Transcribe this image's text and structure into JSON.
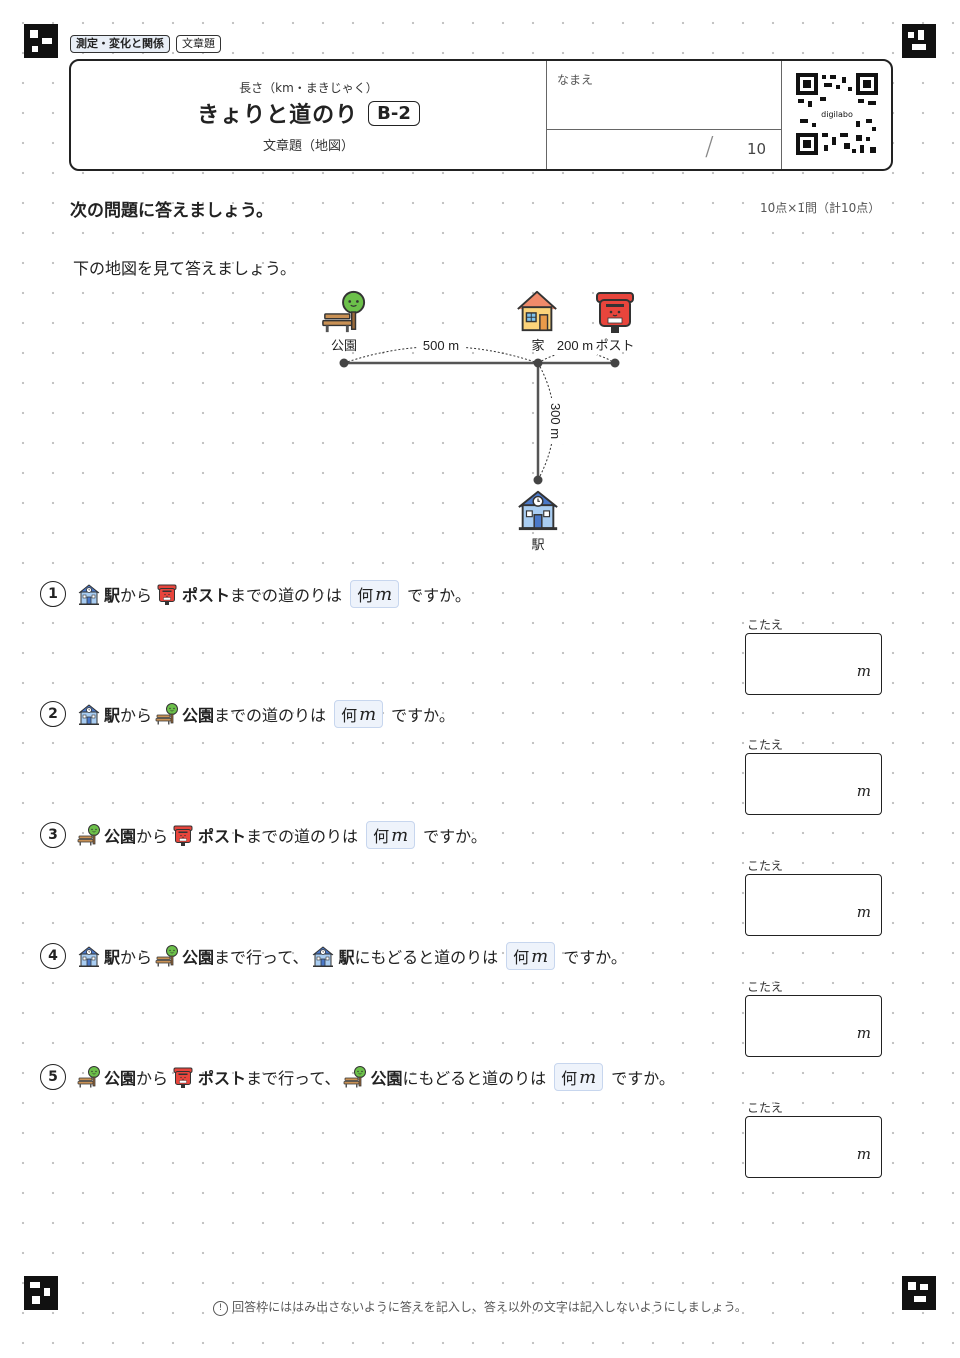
{
  "tags": [
    "測定・変化と関係",
    "文章題"
  ],
  "header": {
    "subtitle": "長さ（km・まきじゃく）",
    "title": "きょりと道のり",
    "code": "B-2",
    "description": "文章題（地図）",
    "name_label": "なまえ",
    "score_slash": "/",
    "score_max": "10",
    "qr_label": "digilabo"
  },
  "instructions": "次の問題に答えましょう。",
  "points": "10点×1問（計10点）",
  "intro": "下の地図を見て答えましょう。",
  "map": {
    "park": "公園",
    "house": "家",
    "post": "ポスト",
    "station": "駅",
    "dist_park_house": "500 m",
    "dist_house_post": "200 m",
    "dist_house_station": "300 m"
  },
  "questions": [
    {
      "num": "1",
      "a": "駅",
      "a_icon": "station",
      "p1": "から",
      "b": "ポスト",
      "b_icon": "post",
      "p2": "までの道のりは",
      "ask": "何",
      "unit": "m",
      "end": "ですか。"
    },
    {
      "num": "2",
      "a": "駅",
      "a_icon": "station",
      "p1": "から",
      "b": "公園",
      "b_icon": "park",
      "p2": "までの道のりは",
      "ask": "何",
      "unit": "m",
      "end": "ですか。"
    },
    {
      "num": "3",
      "a": "公園",
      "a_icon": "park",
      "p1": "から",
      "b": "ポスト",
      "b_icon": "post",
      "p2": "までの道のりは",
      "ask": "何",
      "unit": "m",
      "end": "ですか。"
    },
    {
      "num": "4",
      "a": "駅",
      "a_icon": "station",
      "p1": "から",
      "b": "公園",
      "b_icon": "park",
      "p2": "まで行って、",
      "c": "駅",
      "c_icon": "station",
      "p3": "にもどると道のりは",
      "ask": "何",
      "unit": "m",
      "end": "ですか。"
    },
    {
      "num": "5",
      "a": "公園",
      "a_icon": "park",
      "p1": "から",
      "b": "ポスト",
      "b_icon": "post",
      "p2": "まで行って、",
      "c": "公園",
      "c_icon": "park",
      "p3": "にもどると道のりは",
      "ask": "何",
      "unit": "m",
      "end": "ですか。"
    }
  ],
  "answer_label": "こたえ",
  "answer_unit": "m",
  "footer": "回答枠にははみ出さないように答えを記入し、答え以外の文字は記入しないようにしましょう。",
  "footer_icon": "!"
}
